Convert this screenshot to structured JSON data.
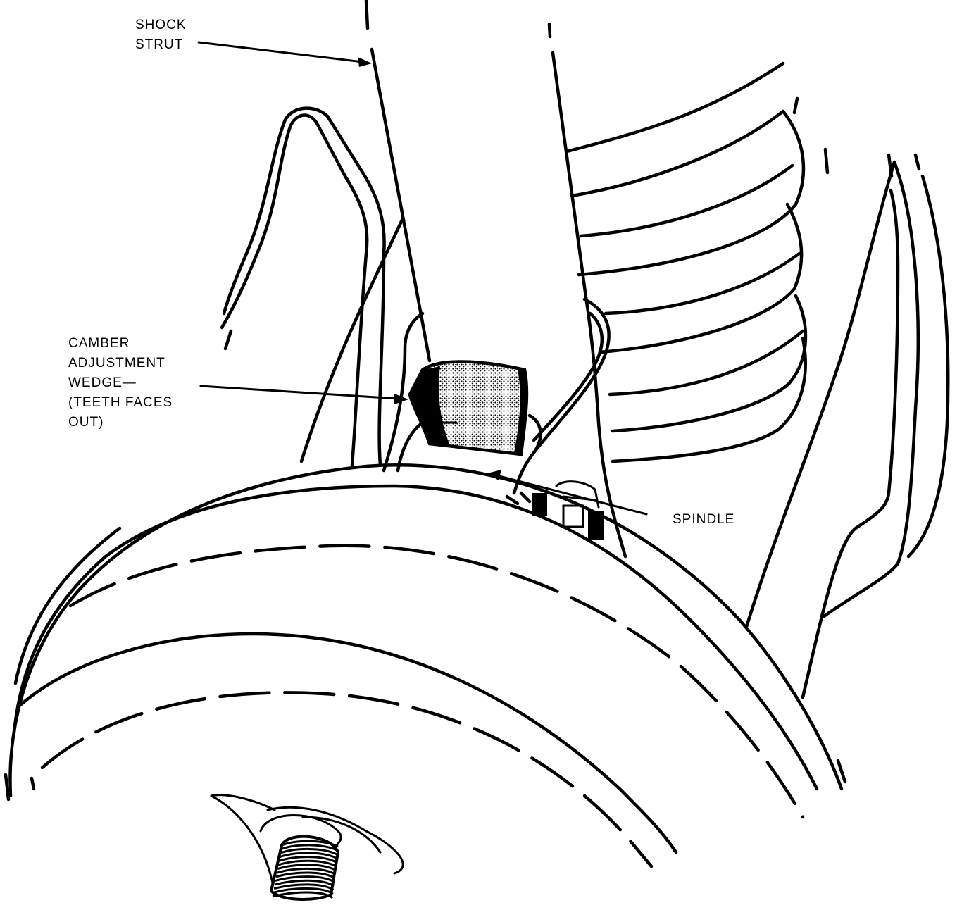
{
  "labels": {
    "shock_strut": "SHOCK\nSTRUT",
    "camber_wedge": "CAMBER\nADJUSTMENT\nWEDGE—\n(TEETH FACES\nOUT)",
    "spindle": "SPINDLE"
  },
  "colors": {
    "ink": "#000000",
    "paper": "#ffffff"
  }
}
